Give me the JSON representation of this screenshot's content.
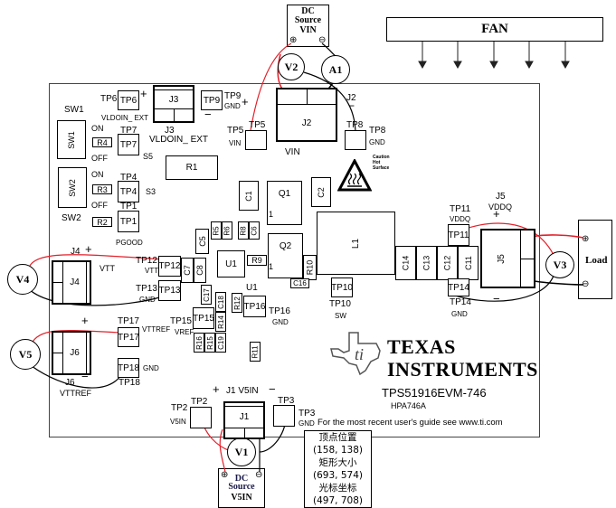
{
  "fan": {
    "label": "FAN",
    "arrow_count": 5
  },
  "dc_source_vin": {
    "line1": "DC",
    "line2": "Source",
    "line3": "VIN",
    "plus": "⊕",
    "minus": "⊖"
  },
  "dc_source_v5in": {
    "line1": "DC",
    "line2": "Source",
    "line3": "V5IN",
    "plus": "⊕",
    "minus": "⊖"
  },
  "load": {
    "label": "Load",
    "plus": "⊕",
    "minus": "⊖"
  },
  "meters": {
    "v1": "V1",
    "v2": "V2",
    "v3": "V3",
    "v4": "V4",
    "v5": "V5",
    "a1": "A1"
  },
  "switches": {
    "sw1": {
      "name": "SW1",
      "body": "SW1",
      "on": "ON",
      "off": "OFF"
    },
    "sw2": {
      "name": "SW2",
      "body": "SW2",
      "on": "ON",
      "off": "OFF"
    }
  },
  "connectors": {
    "j1": {
      "body": "J1",
      "caption": "J1 V5IN",
      "plus": "+",
      "minus": "−"
    },
    "j2": {
      "body": "J2",
      "ref": "J2",
      "caption": "VIN",
      "plus": "+",
      "minus": "−"
    },
    "j3": {
      "body": "J3",
      "ref": "J3",
      "caption": "VLDOIN_ EXT",
      "plus": "+",
      "minus": "−"
    },
    "j4": {
      "body": "J4",
      "ref": "J4",
      "caption": "VTT",
      "plus": "+",
      "minus": "−"
    },
    "j5": {
      "body": "J5",
      "ref": "J5",
      "caption": "VDDQ",
      "plus": "+",
      "minus": "−"
    },
    "j6": {
      "body": "J6",
      "ref": "J6",
      "caption": "VTTREF",
      "plus": "+",
      "minus": "−"
    }
  },
  "test_points": {
    "tp1": {
      "body": "TP1",
      "ref": "TP1",
      "net": "PGOOD"
    },
    "tp2": {
      "body": "TP2",
      "ref": "TP2",
      "net": "V5IN"
    },
    "tp3": {
      "body": "TP3",
      "ref": "TP3",
      "net": "GND"
    },
    "tp4": {
      "body": "TP4",
      "ref": "TP4",
      "net": "S3"
    },
    "tp5": {
      "body": "TP5",
      "ref": "TP5",
      "net": "VIN"
    },
    "tp6": {
      "body": "TP6",
      "ref": "TP6",
      "net": "VLDOIN_ EXT"
    },
    "tp7": {
      "body": "TP7",
      "ref": "TP7",
      "net": "S5"
    },
    "tp8": {
      "body": "TP8",
      "ref": "TP8",
      "net": "GND"
    },
    "tp9": {
      "body": "TP9",
      "ref": "TP9",
      "net": "GND"
    },
    "tp10": {
      "body": "TP10",
      "ref": "TP10",
      "net": "SW"
    },
    "tp11": {
      "body": "TP11",
      "ref": "TP11",
      "net": "VDDQ"
    },
    "tp12": {
      "body": "TP12",
      "ref": "TP12",
      "net": "VTT"
    },
    "tp13": {
      "body": "TP13",
      "ref": "TP13",
      "net": "GND"
    },
    "tp14": {
      "body": "TP14",
      "ref": "TP14",
      "net": "GND"
    },
    "tp15": {
      "body": "TP15",
      "ref": "TP15",
      "net": "VREF"
    },
    "tp16": {
      "body": "TP16",
      "ref": "TP16",
      "net": "GND"
    },
    "tp17": {
      "body": "TP17",
      "ref": "TP17",
      "net": "VTTREF"
    },
    "tp18": {
      "body": "TP18",
      "ref": "TP18",
      "net": "GND"
    }
  },
  "components": {
    "r1": "R1",
    "r2": "R2",
    "r3": "R3",
    "r4": "R4",
    "r5": "R5",
    "r6": "R6",
    "r8": "R8",
    "r9": "R9",
    "r10": "R10",
    "r11": "R11",
    "r12": "R12",
    "r14": "R14",
    "r15": "R15",
    "r16": "R16",
    "c1": "C1",
    "c2": "C2",
    "c5": "C5",
    "c6": "C6",
    "c7": "C7",
    "c8": "C8",
    "c11": "C11",
    "c12": "C12",
    "c13": "C13",
    "c14": "C14",
    "c16": "C16",
    "c17": "C17",
    "c18": "C18",
    "c19": "C19",
    "q1": "Q1",
    "q2": "Q2",
    "u1": "U1",
    "u1_ref": "U1",
    "l1": "L1",
    "pin1": "1"
  },
  "caution": {
    "line1": "Caution",
    "line2": "Hot",
    "line3": "Surface"
  },
  "branding": {
    "company_line1": "TEXAS",
    "company_line2": "INSTRUMENTS",
    "board": "TPS51916EVM-746",
    "pcb": "HPA746A",
    "guide_note": "For the most recent user's guide see www.ti.com"
  },
  "info_box": {
    "vertex_label": "顶点位置",
    "vertex_value": "(158, 138)",
    "size_label": "矩形大小",
    "size_value": "(693, 574)",
    "cursor_label": "光标坐标",
    "cursor_value": "(497, 708)"
  },
  "colors": {
    "positive_wire": "#e3202a",
    "negative_wire": "#000000",
    "board_outline": "#444444"
  }
}
